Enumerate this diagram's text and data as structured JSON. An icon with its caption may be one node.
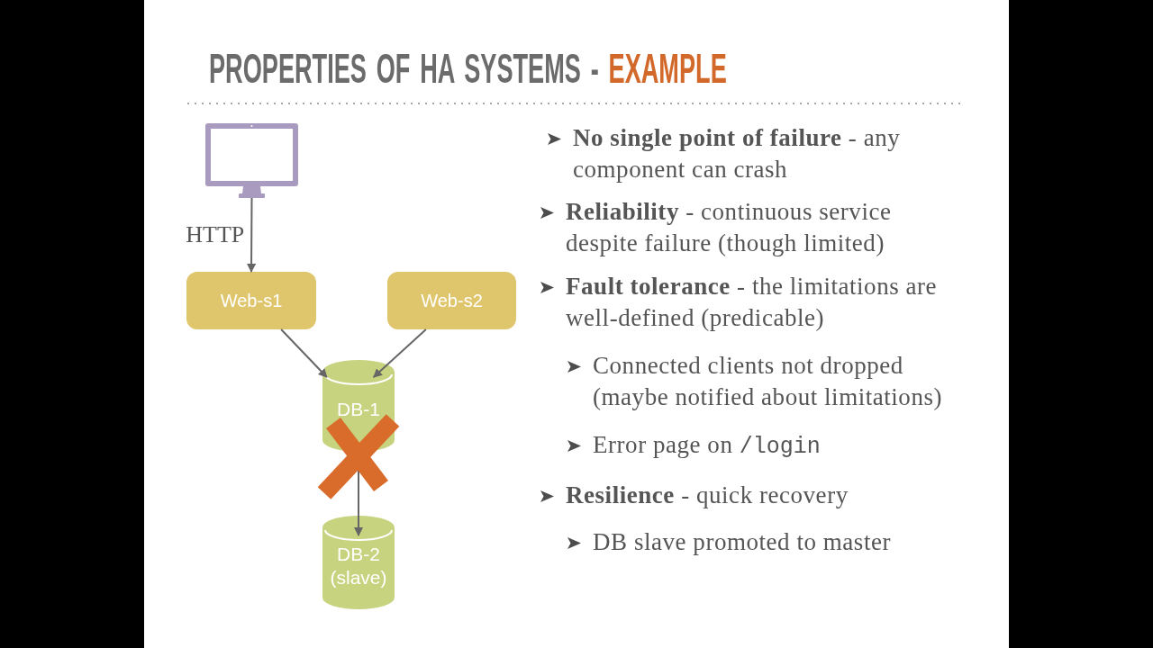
{
  "diagram": {
    "title": "PROPERTIES OF HA SYSTEMS - EXAMPLE",
    "nodes": [
      {
        "text": [],
        "shape": "monitor"
      },
      {
        "text": [
          "Web-s1"
        ]
      },
      {
        "text": [
          "Web-s2"
        ]
      },
      {
        "text": [
          "DB-1"
        ]
      },
      {
        "text": [
          "DB-2 (slave)"
        ]
      }
    ],
    "edges": [
      {
        "from": 0,
        "to": 1,
        "arrow": "to",
        "label": "HTTP"
      },
      {
        "from": 1,
        "to": 3,
        "arrow": "to"
      },
      {
        "from": 2,
        "to": 3,
        "arrow": "to"
      },
      {
        "from": 3,
        "to": 4,
        "arrow": "to"
      }
    ],
    "labels": [
      "**No single point of failure** - any component can crash",
      "**Reliability** - continuous service despite failure (though limited)",
      "**Fault tolerance** - the limitations are well-defined (predicable)",
      "Connected clients not dropped (maybe notified about limitations)",
      "Error page on /login",
      "**Resilience** - quick recovery",
      "DB slave promoted to master"
    ]
  }
}
